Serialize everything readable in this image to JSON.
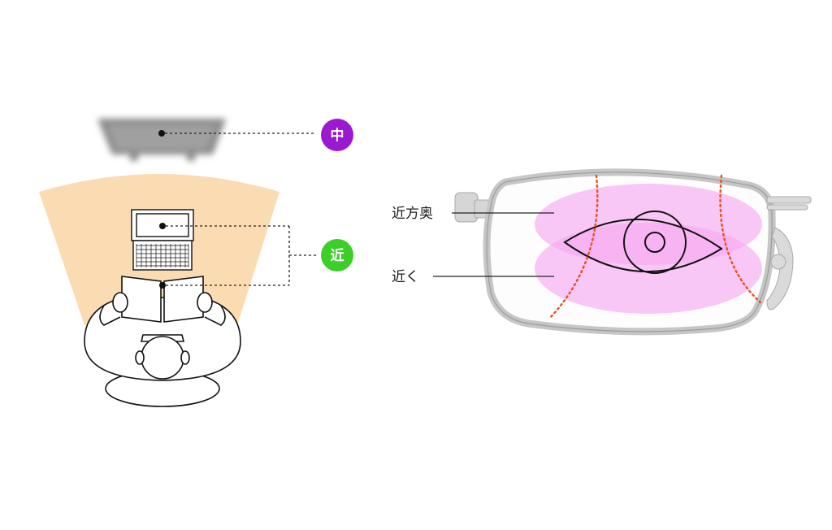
{
  "badges": {
    "intermediate": {
      "text": "中",
      "color": "#9b19cf"
    },
    "near": {
      "text": "近",
      "color": "#3ccf2a"
    }
  },
  "lens_labels": {
    "mid_near": "近方奥",
    "near": "近く"
  },
  "colors": {
    "reading_zone": "#fbdcb2",
    "lens_zone": "#f7a7f0",
    "boundary_line": "#e8501e",
    "frame": "#c9c9c9",
    "monitor": "#8c8c8c"
  }
}
